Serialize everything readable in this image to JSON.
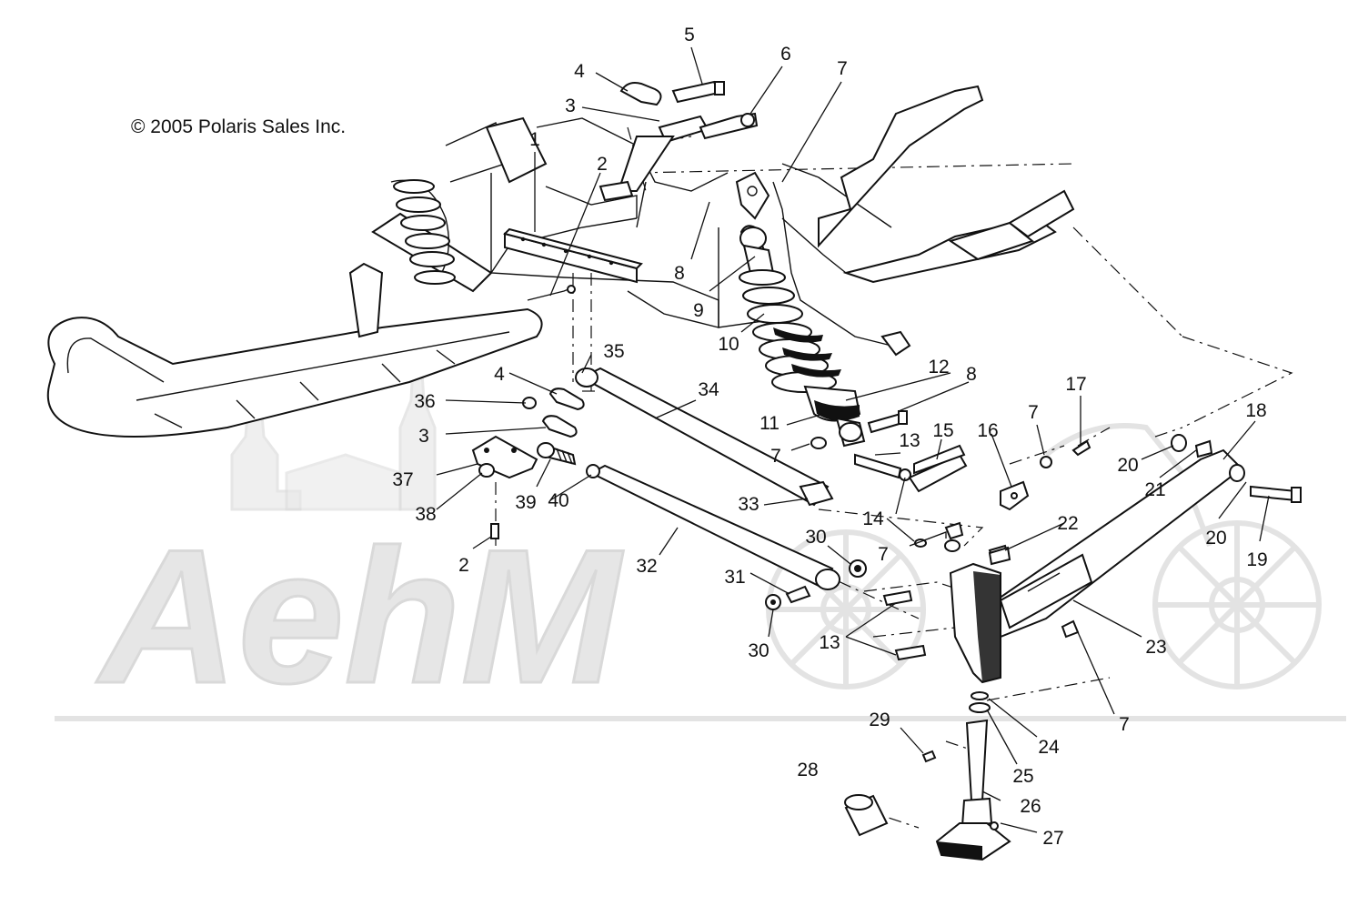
{
  "copyright": "© 2005 Polaris Sales Inc.",
  "watermark": {
    "text": "AehM"
  },
  "callouts": [
    "1",
    "2",
    "3",
    "4",
    "5",
    "6",
    "7",
    "8",
    "9",
    "10",
    "11",
    "12",
    "13",
    "14",
    "15",
    "16",
    "17",
    "18",
    "19",
    "20",
    "21",
    "22",
    "23",
    "24",
    "25",
    "26",
    "27",
    "28",
    "29",
    "30",
    "31",
    "32",
    "33",
    "34",
    "35",
    "36",
    "37",
    "38",
    "39",
    "40"
  ]
}
